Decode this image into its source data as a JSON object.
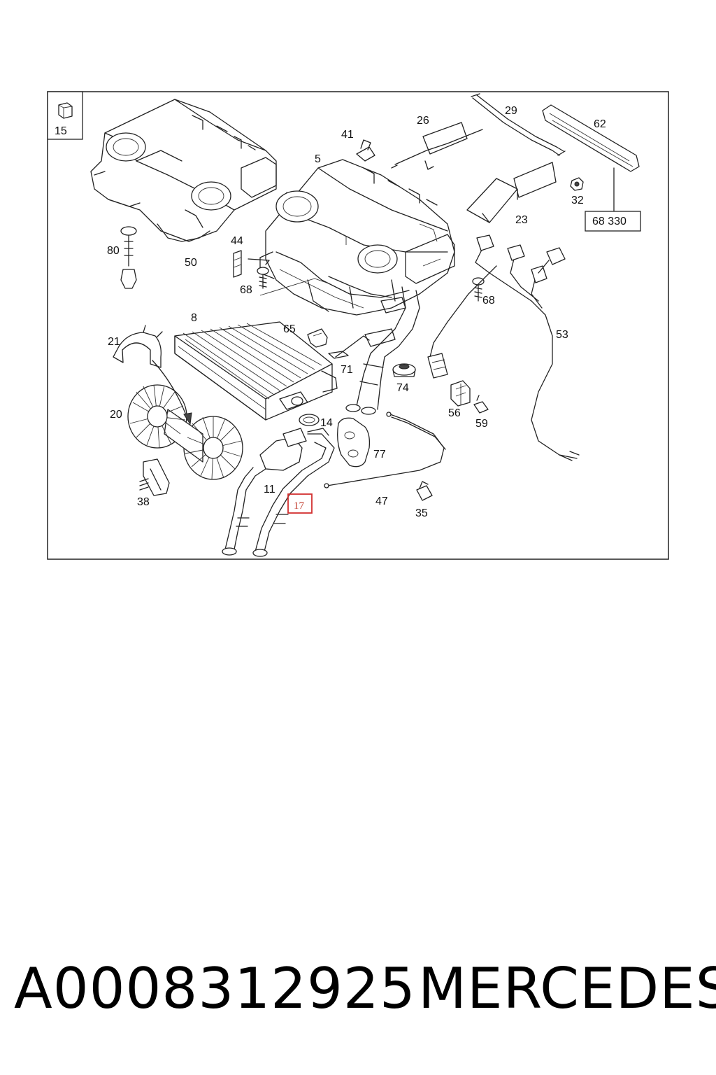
{
  "diagram": {
    "part_labels": [
      "15",
      "41",
      "26",
      "29",
      "62",
      "5",
      "32",
      "68 330",
      "23",
      "80",
      "50",
      "44",
      "68",
      "68",
      "8",
      "65",
      "53",
      "21",
      "71",
      "74",
      "20",
      "14",
      "56",
      "59",
      "77",
      "11",
      "47",
      "38",
      "17",
      "35"
    ],
    "highlighted_label": "17",
    "colors": {
      "highlight": "#d32f2f",
      "line": "#222222"
    }
  },
  "footer": {
    "part_number": "A0008312925",
    "brand": "MERCEDES"
  }
}
